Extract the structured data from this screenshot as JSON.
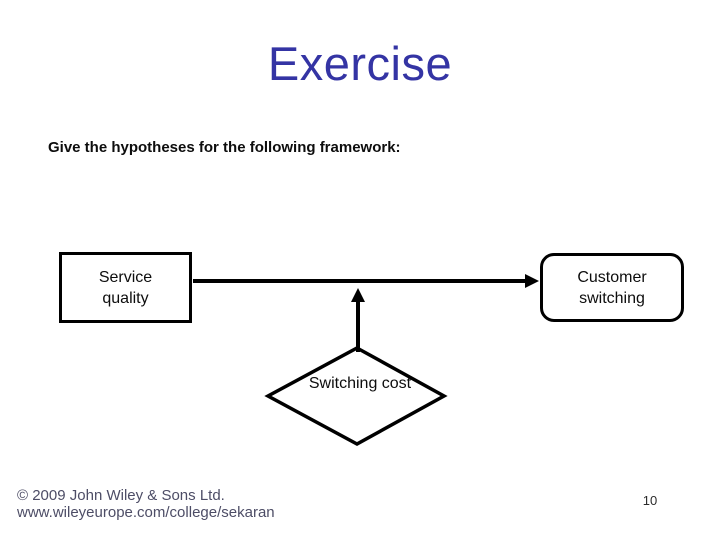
{
  "slide": {
    "title": "Exercise",
    "instruction": "Give the hypotheses for the following framework:",
    "diagram": {
      "service_quality_label": "Service quality",
      "customer_switching_label": "Customer switching",
      "switching_cost_label": "Switching cost"
    },
    "footer": {
      "copyright": "© 2009 John Wiley & Sons Ltd.",
      "website": "www.wileyeurope.com/college/sekaran",
      "page_number": "10"
    },
    "colors": {
      "title_blue": "#3434a4",
      "footer_gray": "#4d4d66",
      "shape_stroke": "#000000",
      "background": "#ffffff"
    }
  }
}
